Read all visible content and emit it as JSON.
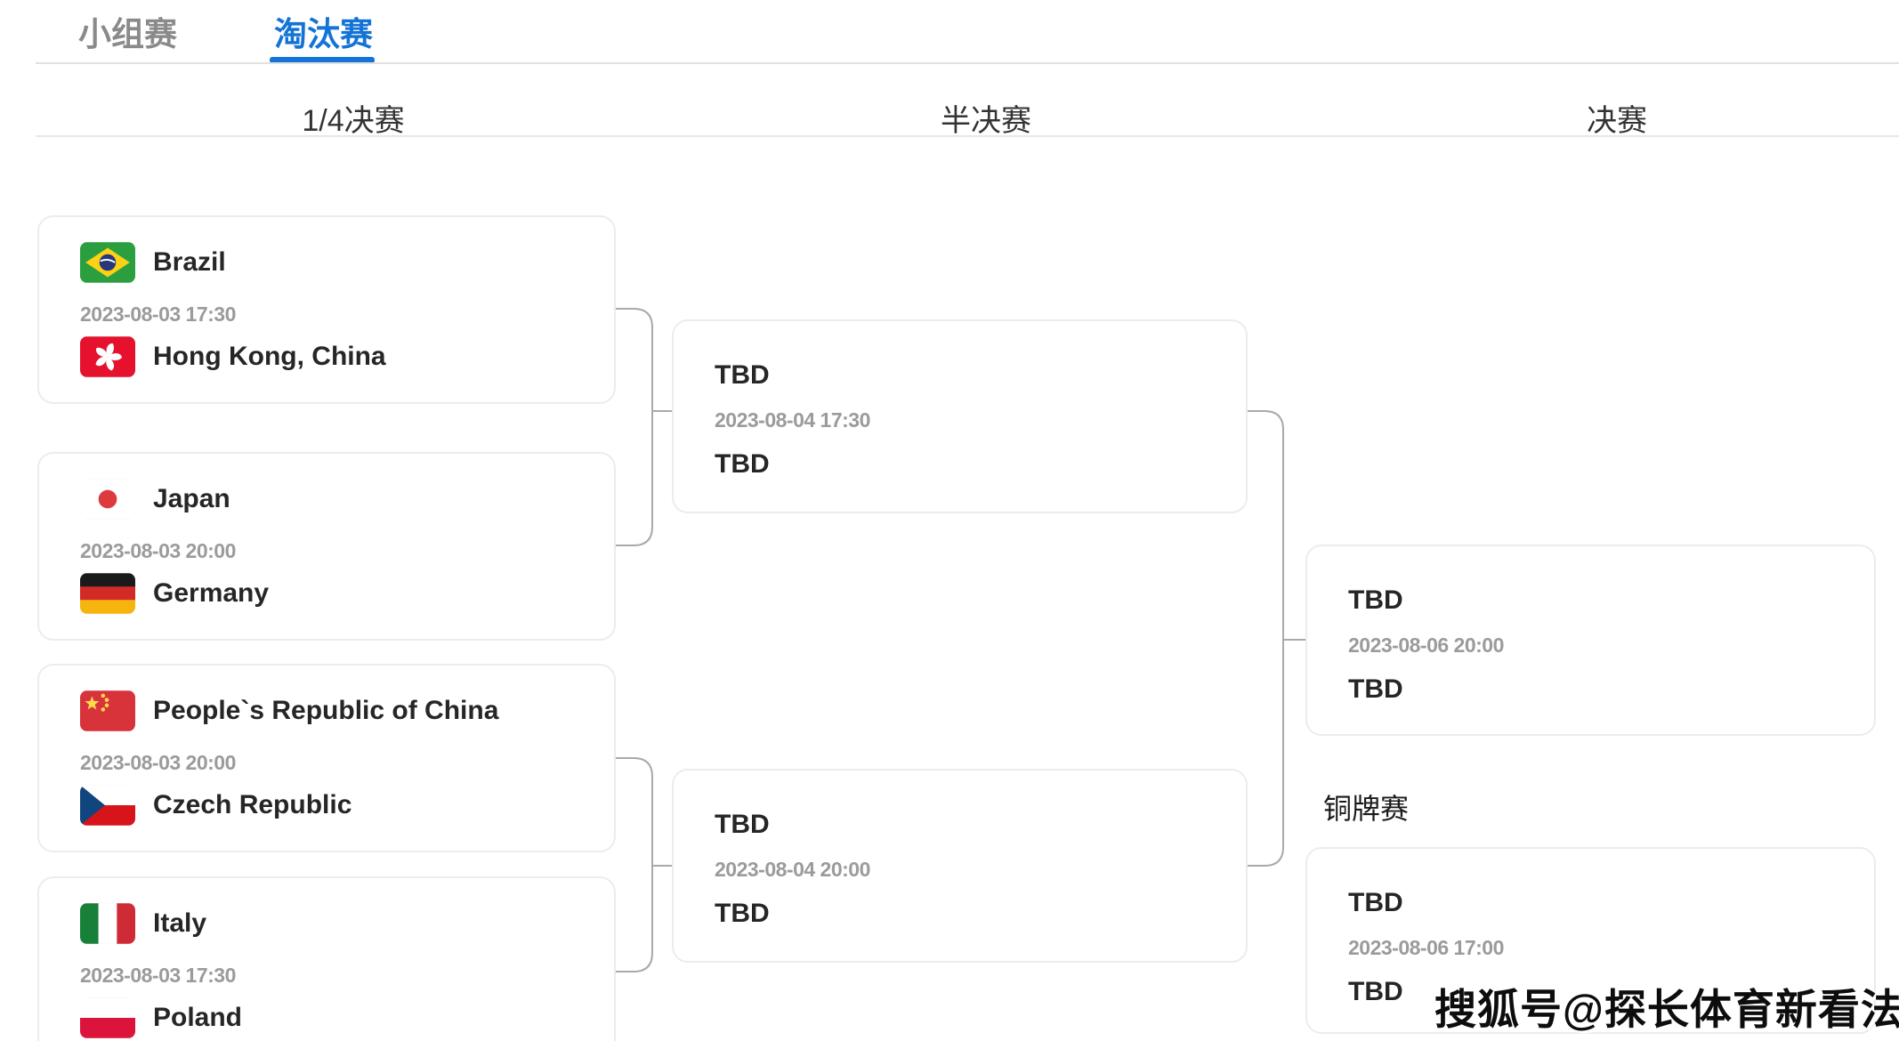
{
  "tabs": [
    {
      "label": "小组赛",
      "active": false
    },
    {
      "label": "淘汰赛",
      "active": true
    }
  ],
  "columns": [
    "1/4决赛",
    "半决赛",
    "决赛"
  ],
  "bronze_label": "铜牌赛",
  "watermark": "搜狐号@探长体育新看法",
  "colors": {
    "accent_blue": "#1373d6",
    "inactive_tab": "#8a8a8a",
    "team_text": "#262626",
    "date_text": "#9b9b9b",
    "card_border": "#ececec",
    "connector": "#a9a9a9"
  },
  "matches": {
    "qf": [
      {
        "team1": "Brazil",
        "flag1": "brazil-flag-icon",
        "time": "2023-08-03 17:30",
        "team2": "Hong Kong, China",
        "flag2": "hongkong-flag-icon"
      },
      {
        "team1": "Japan",
        "flag1": "japan-flag-icon",
        "time": "2023-08-03 20:00",
        "team2": "Germany",
        "flag2": "germany-flag-icon"
      },
      {
        "team1": "People`s Republic of China",
        "flag1": "china-flag-icon",
        "time": "2023-08-03 20:00",
        "team2": "Czech Republic",
        "flag2": "czech-flag-icon"
      },
      {
        "team1": "Italy",
        "flag1": "italy-flag-icon",
        "time": "2023-08-03 17:30",
        "team2": "Poland",
        "flag2": "poland-flag-icon"
      }
    ],
    "sf": [
      {
        "team1": "TBD",
        "time": "2023-08-04 17:30",
        "team2": "TBD"
      },
      {
        "team1": "TBD",
        "time": "2023-08-04 20:00",
        "team2": "TBD"
      }
    ],
    "final": {
      "team1": "TBD",
      "time": "2023-08-06 20:00",
      "team2": "TBD"
    },
    "bronze": {
      "team1": "TBD",
      "time": "2023-08-06 17:00",
      "team2": "TBD"
    }
  }
}
